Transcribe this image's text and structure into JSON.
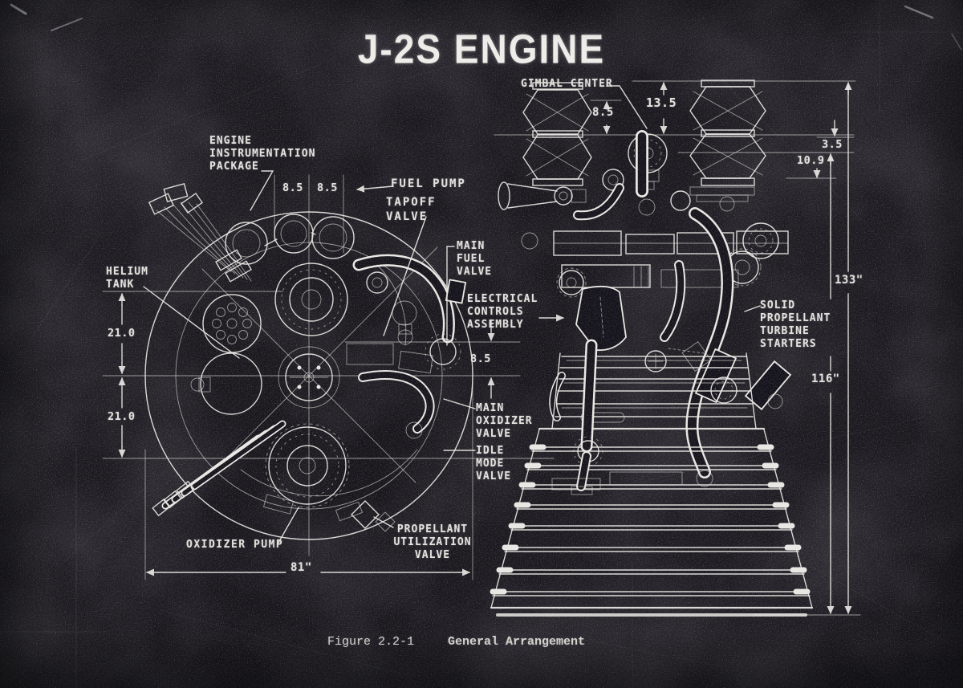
{
  "colors": {
    "background": "#18161c",
    "line": "#e9e7e3",
    "text": "#e4e2de"
  },
  "title": "J-2S ENGINE",
  "caption": {
    "figure": "Figure 2.2-1",
    "name": "General Arrangement"
  },
  "left_view": {
    "labels": {
      "engine_instrumentation_package": "ENGINE\nINSTRUMENTATION\nPACKAGE",
      "fuel_pump": "FUEL PUMP",
      "tapoff_valve": "TAPOFF\nVALVE",
      "helium_tank": "HELIUM\nTANK",
      "main_fuel_valve": "MAIN\nFUEL\nVALVE",
      "electrical_controls_assembly": "ELECTRICAL\nCONTROLS\nASSEMBLY",
      "main_oxidizer_valve": "MAIN\nOXIDIZER\nVALVE",
      "idle_mode_valve": "IDLE\nMODE\nVALVE",
      "oxidizer_pump": "OXIDIZER PUMP",
      "propellant_utilization_valve": "PROPELLANT\nUTILIZATION\nVALVE"
    },
    "dimensions": {
      "top_left_spacing": "8.5",
      "top_right_spacing": "8.5",
      "upper_radius": "21.0",
      "lower_radius": "21.0",
      "tapoff_offset": "8.5",
      "overall_width": "81\""
    }
  },
  "right_view": {
    "labels": {
      "gimbal_center": "GIMBAL CENTER",
      "solid_propellant_turbine_starters": "SOLID\nPROPELLANT\nTURBINE\nSTARTERS"
    },
    "dimensions": {
      "gimbal_to_top": "13.5",
      "inlet_offset": "8.5",
      "flange_offset": "3.5",
      "duct_offset": "10.9",
      "overall_length": "133\"",
      "nozzle_length": "116\""
    }
  }
}
